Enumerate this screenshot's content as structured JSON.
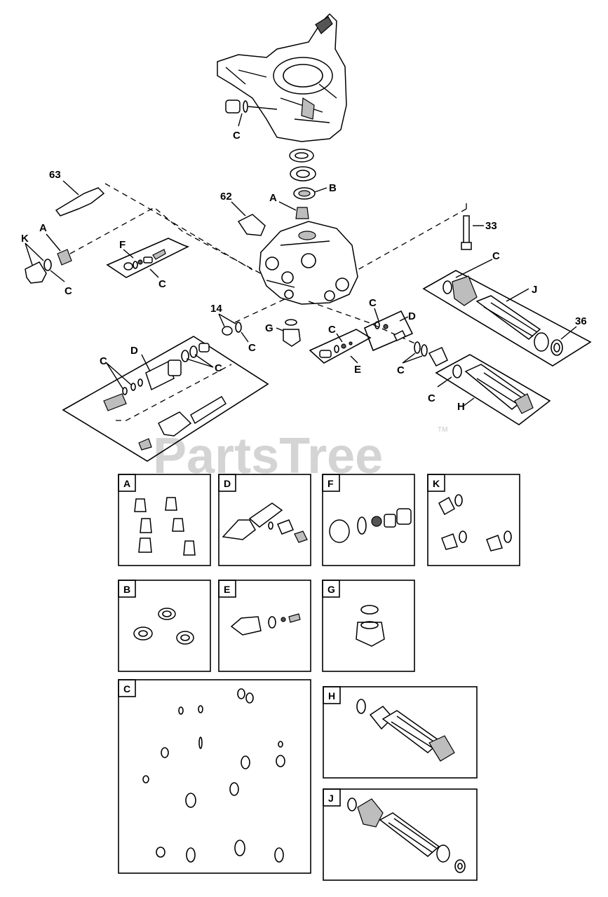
{
  "watermark": {
    "text": "PartsTree",
    "trademark": "TM"
  },
  "callouts": {
    "c_top": "C",
    "n63": "63",
    "n62": "62",
    "a_mid": "A",
    "b_mid": "B",
    "n33": "33",
    "k_left": "K",
    "a_left": "A",
    "c_left": "C",
    "f_kit": "F",
    "c_fkit": "C",
    "c_jkit": "C",
    "j_kit": "J",
    "n36": "36",
    "n14": "14",
    "c_14": "C",
    "g_mid": "G",
    "c_eside": "C",
    "c_dside": "C",
    "d_side": "D",
    "e_kit": "E",
    "c_pair": "C",
    "c_hkit": "C",
    "h_kit": "H",
    "d_main": "D",
    "c_dmain_l": "C",
    "c_dmain_r": "C"
  },
  "boxes": {
    "A": "A",
    "D": "D",
    "F": "F",
    "K": "K",
    "B": "B",
    "E": "E",
    "G": "G",
    "C": "C",
    "H": "H",
    "J": "J"
  }
}
